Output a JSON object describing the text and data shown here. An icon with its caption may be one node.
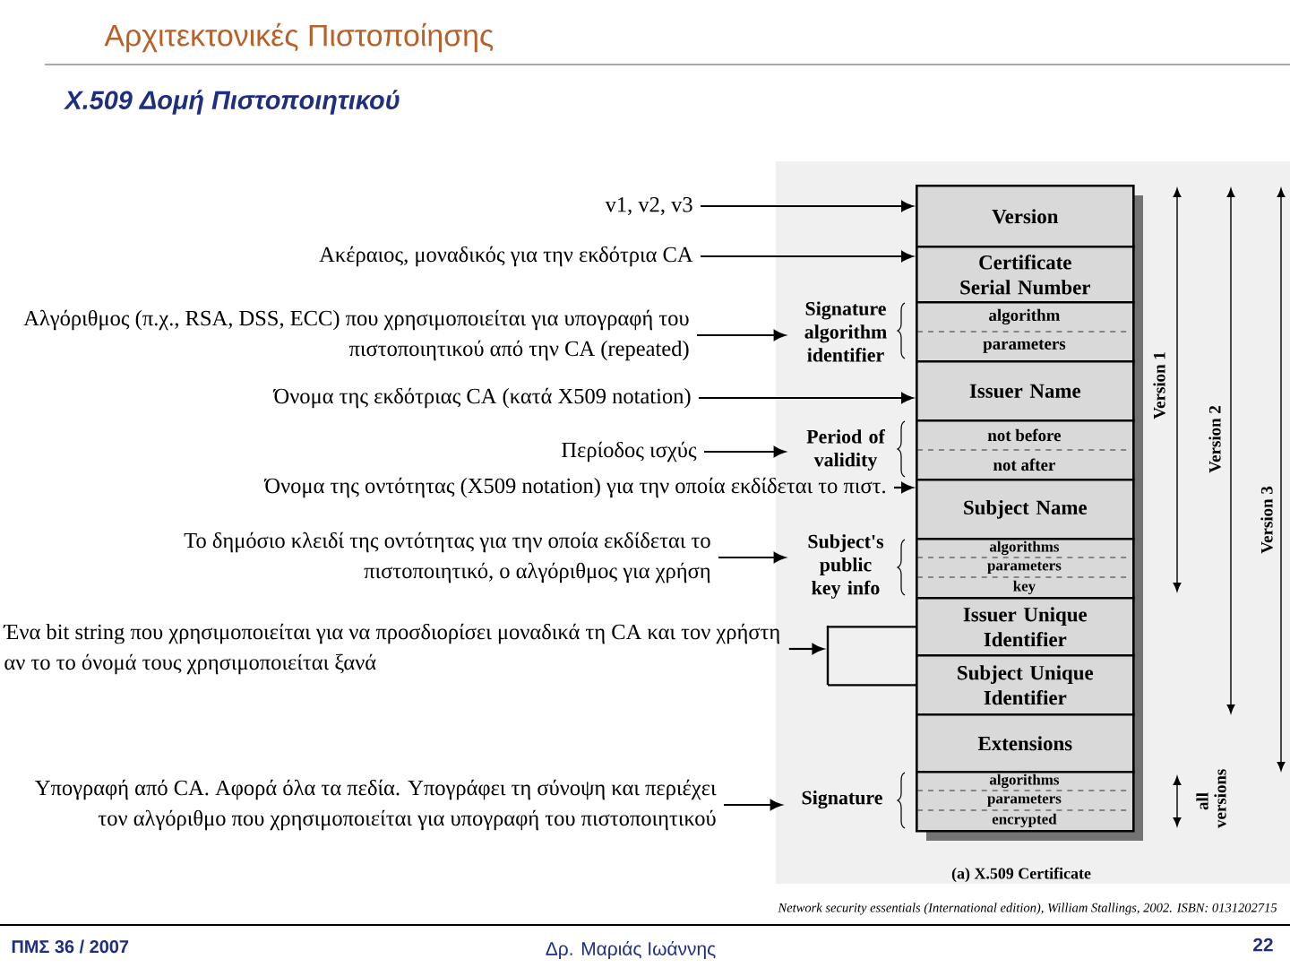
{
  "diagram": {
    "title": "Αρχιτεκτονικές Πιστοποίησης",
    "nodes": [
      {
        "text": [
          "v1, v2, v3"
        ]
      },
      {
        "text": [
          "Ακέραιος, μοναδικός για την εκδότρια CA"
        ]
      },
      {
        "text": [
          "Αλγόριθμος (π.χ., RSA, DSS, ECC) που χρησιμοποιείται για υπογραφή του πιστοποιητικού από την CA (repeated)"
        ]
      },
      {
        "text": [
          "Όνομα της εκδότριας CA (κατά X509 notation)"
        ]
      },
      {
        "text": [
          "Περίοδος ισχύς"
        ]
      },
      {
        "text": [
          "Όνομα της οντότητας (X509 notation) για την οποία εκδίδεται το πιστ."
        ]
      },
      {
        "text": [
          "Το δημόσιο κλειδί της οντότητας για την οποία εκδίδεται το πιστοποιητικό, ο αλγόριθμος για χρήση"
        ]
      },
      {
        "text": [
          "Ένα bit string που χρησιμοποιείται για να προσδιορίσει μοναδικά τη CA και τον χρήστη αν το το όνομά τους χρησιμοποιείται ξανά"
        ]
      },
      {
        "text": [
          "Υπογραφή από CA. Αφορά όλα τα πεδία. Υπογράφει τη σύνοψη και περιέχει τον αλγόριθμο που χρησιμοποιείται για υπογραφή του πιστοποιητικού"
        ]
      },
      {
        "text": [
          "Signature algorithm identifier"
        ]
      },
      {
        "text": [
          "Period of validity"
        ]
      },
      {
        "text": [
          "Subject's public key info"
        ]
      },
      {
        "text": [
          "Signature"
        ]
      },
      {
        "text": [
          "Version"
        ]
      },
      {
        "text": [
          "Certificate Serial Number"
        ]
      },
      {
        "text": [],
        "shape": "box"
      },
      {
        "text": [
          "algorithm"
        ],
        "in": 15
      },
      {
        "text": [
          "parameters"
        ],
        "in": 15
      },
      {
        "text": [
          "Issuer Name"
        ]
      },
      {
        "text": [],
        "shape": "box"
      },
      {
        "text": [
          "not before"
        ],
        "in": 19
      },
      {
        "text": [
          "not after"
        ],
        "in": 19
      },
      {
        "text": [
          "Subject Name"
        ]
      },
      {
        "text": [],
        "shape": "box"
      },
      {
        "text": [
          "algorithms"
        ],
        "in": 23
      },
      {
        "text": [
          "parameters"
        ],
        "in": 23
      },
      {
        "text": [
          "key"
        ],
        "in": 23
      },
      {
        "text": [
          "Issuer Unique Identifier"
        ]
      },
      {
        "text": [
          "Subject Unique Identifier"
        ]
      },
      {
        "text": [
          "Extensions"
        ]
      },
      {
        "text": [],
        "shape": "box"
      },
      {
        "text": [
          "algorithms"
        ],
        "in": 30
      },
      {
        "text": [
          "parameters"
        ],
        "in": 30
      },
      {
        "text": [
          "encrypted"
        ],
        "in": 30
      },
      {
        "text": [],
        "shape": "bar"
      }
    ],
    "edges": [
      {
        "from": 0,
        "to": 13,
        "arrow": "to"
      },
      {
        "from": 1,
        "to": 14,
        "arrow": "to"
      },
      {
        "from": 2,
        "to": 9,
        "arrow": "to"
      },
      {
        "from": 3,
        "to": 18,
        "arrow": "to"
      },
      {
        "from": 4,
        "to": 10,
        "arrow": "to"
      },
      {
        "from": 5,
        "to": 22,
        "arrow": "to"
      },
      {
        "from": 6,
        "to": 11,
        "arrow": "to"
      },
      {
        "from": 7,
        "to": 34,
        "arrow": "to"
      },
      {
        "from": 34,
        "to": 27,
        "arrow": "none"
      },
      {
        "from": 34,
        "to": 28,
        "arrow": "none"
      },
      {
        "from": 8,
        "to": 12,
        "arrow": "to"
      }
    ],
    "labels": [
      "X.509 Δομή Πιστοποιητικού",
      "Version 1",
      "Version 2",
      "Version 3",
      "all versions",
      "(a) X.509 Certificate",
      "Network security essentials (International edition), William Stallings, 2002. ISBN: 0131202715",
      "ΠΜΣ 36 / 2007",
      "Δρ. Μαριάς Ιωάννης",
      "22"
    ]
  }
}
